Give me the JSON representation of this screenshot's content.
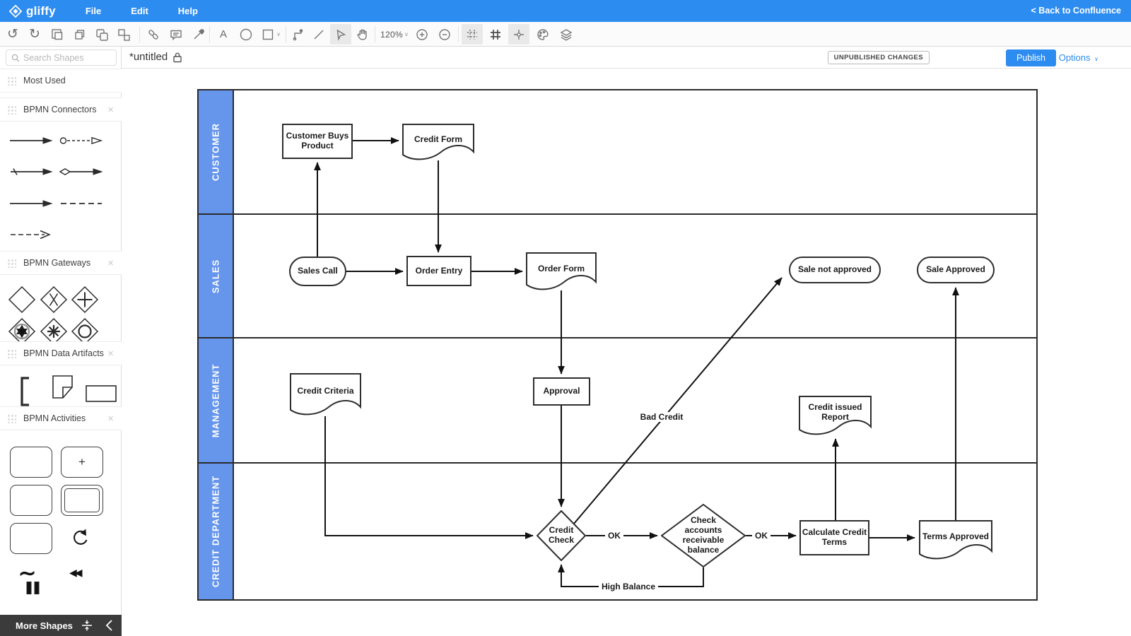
{
  "topbar": {
    "logo_text": "gliffy",
    "menus": [
      {
        "label": "File"
      },
      {
        "label": "Edit"
      },
      {
        "label": "Help"
      }
    ],
    "back_link": "< Back to Confluence"
  },
  "toolbar": {
    "zoom_level": "120%"
  },
  "header": {
    "title": "*untitled",
    "status_badge": "UNPUBLISHED CHANGES",
    "publish_label": "Publish",
    "options_label": "Options"
  },
  "sidebar": {
    "search_placeholder": "Search Shapes",
    "sections": [
      {
        "label": "Most Used"
      },
      {
        "label": "BPMN Connectors"
      },
      {
        "label": "BPMN Gateways"
      },
      {
        "label": "BPMN Data Artifacts"
      },
      {
        "label": "BPMN Activities"
      }
    ],
    "more_shapes_label": "More Shapes"
  },
  "diagram": {
    "lanes": [
      {
        "label": "CUSTOMER"
      },
      {
        "label": "SALES"
      },
      {
        "label": "MANAGEMENT"
      },
      {
        "label": "CREDIT DEPARTMENT"
      }
    ],
    "nodes": {
      "customer_buys_product": {
        "label": "Customer Buys Product",
        "type": "task"
      },
      "credit_form": {
        "label": "Credit Form",
        "type": "document"
      },
      "sales_call": {
        "label": "Sales Call",
        "type": "start"
      },
      "order_entry": {
        "label": "Order Entry",
        "type": "task"
      },
      "order_form": {
        "label": "Order Form",
        "type": "document"
      },
      "sale_not_approved": {
        "label": "Sale not approved",
        "type": "end"
      },
      "sale_approved": {
        "label": "Sale Approved",
        "type": "end"
      },
      "credit_criteria": {
        "label": "Credit Criteria",
        "type": "document"
      },
      "approval": {
        "label": "Approval",
        "type": "task"
      },
      "credit_issued_report": {
        "label": "Credit issued Report",
        "type": "document"
      },
      "credit_check": {
        "label": "Credit Check",
        "type": "decision"
      },
      "check_accounts": {
        "label": "Check accounts receivable balance",
        "type": "decision"
      },
      "calculate_credit_terms": {
        "label": "Calculate Credit Terms",
        "type": "task"
      },
      "terms_approved": {
        "label": "Terms Approved",
        "type": "document"
      }
    },
    "edge_labels": {
      "ok1": "OK",
      "ok2": "OK",
      "bad_credit": "Bad Credit",
      "high_balance": "High Balance"
    }
  },
  "colors": {
    "topbar_blue": "#2D8CF0",
    "accent_blue": "#2D8CF0",
    "lane_header_blue": "#6695EC",
    "shape_stroke": "#2e2e2e",
    "more_shapes_bar": "#3b3b3b"
  }
}
